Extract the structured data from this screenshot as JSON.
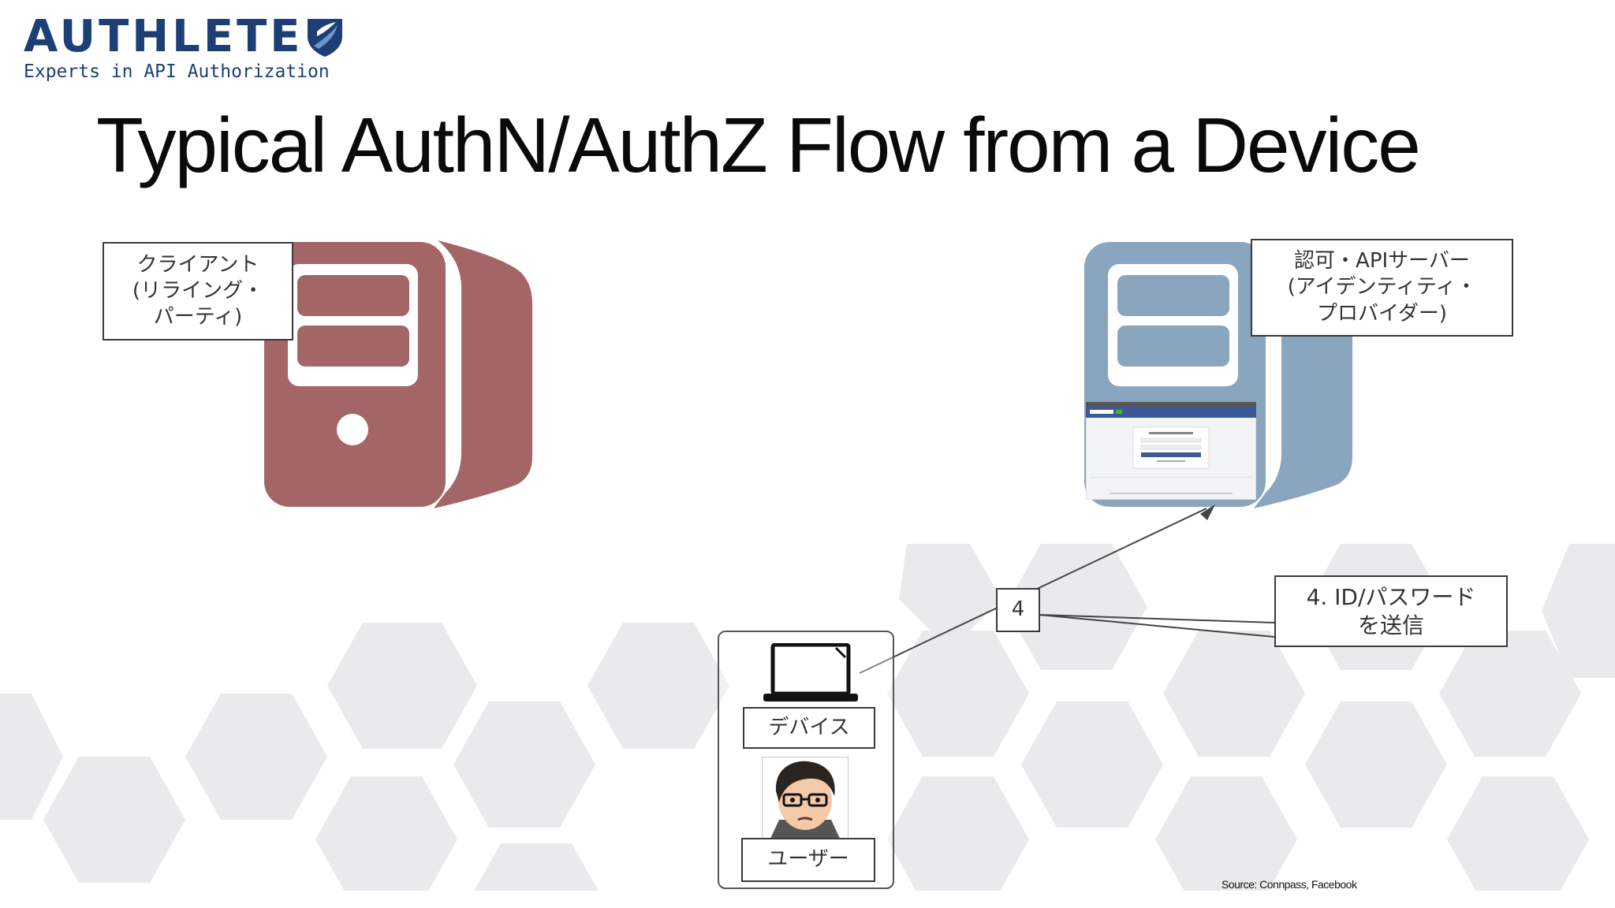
{
  "brand": {
    "name": "AUTHLETE",
    "tagline": "Experts in API Authorization",
    "color": "#1d3f75"
  },
  "title": "Typical AuthN/AuthZ Flow from a Device",
  "labels": {
    "client": "クライアント\n(リライング・\nパーティ)",
    "auth_server": "認可・APIサーバー\n(アイデンティティ・\nプロバイダー)",
    "device": "デバイス",
    "user": "ユーザー",
    "step_number": "4",
    "step_description": "4. ID/パスワード\nを送信",
    "source": "Source: Connpass, Facebook"
  },
  "colors": {
    "client_server": "#a36565",
    "auth_server": "#8aa5be",
    "hexagon": "#e9eaec",
    "facebook_blue": "#3b5998"
  },
  "icons": {
    "client": "server-icon",
    "auth_server": "server-icon",
    "device": "laptop-icon",
    "user": "user-avatar"
  }
}
